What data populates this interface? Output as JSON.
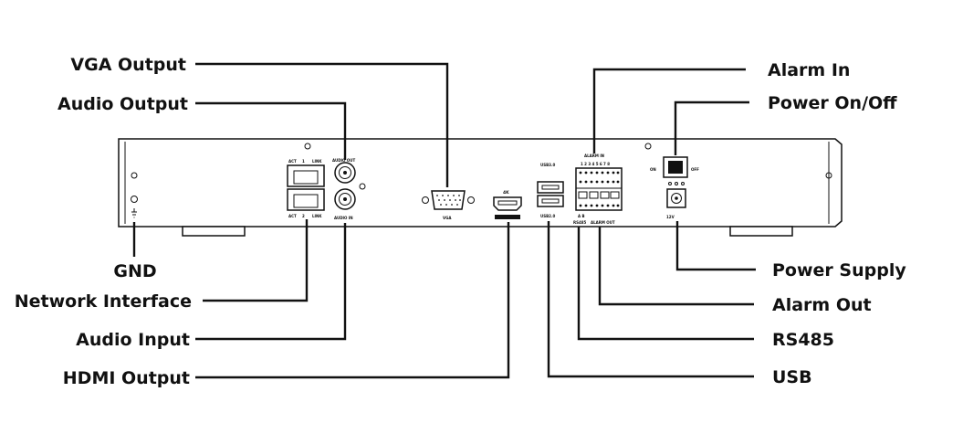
{
  "callouts": {
    "vga_output": "VGA Output",
    "audio_output": "Audio Output",
    "gnd": "GND",
    "network_interface": "Network Interface",
    "audio_input": "Audio Input",
    "hdmi_output": "HDMI Output",
    "alarm_in": "Alarm In",
    "power_on_off": "Power On/Off",
    "power_supply": "Power Supply",
    "alarm_out": "Alarm Out",
    "rs485": "RS485",
    "usb": "USB"
  },
  "panel_labels": {
    "act": "ACT",
    "port1": "1",
    "link": "LINK",
    "port2": "2",
    "audio_out": "AUDIO OUT",
    "audio_in": "AUDIO IN",
    "vga": "VGA",
    "hdmi_4k": "4K",
    "usb3": "USB3.0",
    "usb2": "USB2.0",
    "alarm_in": "ALARM IN",
    "alarm_in_numbers": "1 2 3 4 5 6 7 8",
    "rs485": "RS485",
    "alarm_out": "ALARM OUT",
    "rs485_pins": "A B",
    "on": "ON",
    "off": "OFF",
    "dc12v": "12V"
  }
}
